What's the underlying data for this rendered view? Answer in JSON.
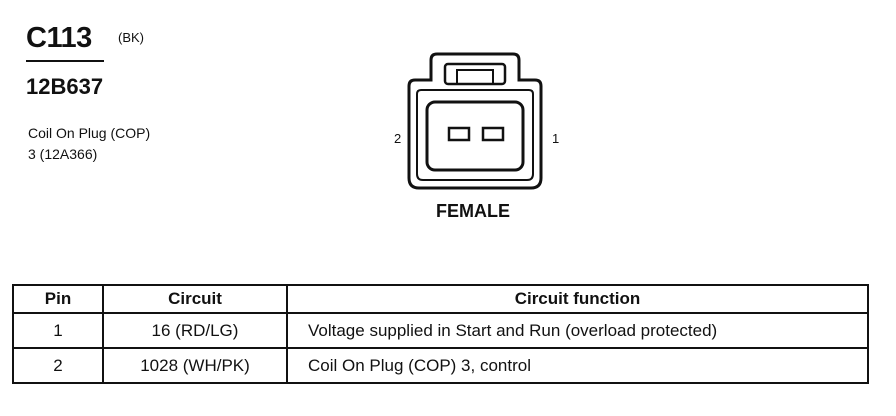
{
  "header": {
    "connector_id": "C113",
    "connector_color": "(BK)",
    "part_number": "12B637",
    "description_line1": "Coil On Plug (COP)",
    "description_line2": "3 (12A366)"
  },
  "connector_view": {
    "pin_left_label": "2",
    "pin_right_label": "1",
    "gender": "FEMALE"
  },
  "table": {
    "headers": [
      "Pin",
      "Circuit",
      "Circuit function"
    ],
    "rows": [
      {
        "pin": "1",
        "circuit": "16 (RD/LG)",
        "function": "Voltage supplied in Start and Run (overload protected)"
      },
      {
        "pin": "2",
        "circuit": "1028 (WH/PK)",
        "function": "Coil On Plug (COP) 3, control"
      }
    ]
  }
}
